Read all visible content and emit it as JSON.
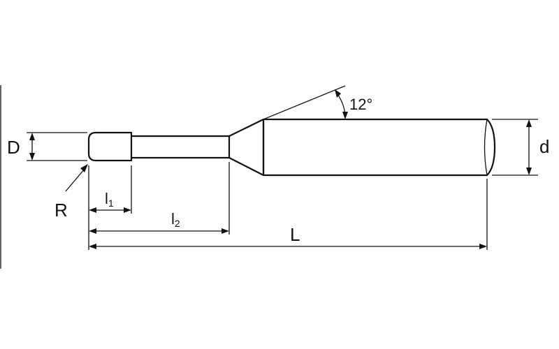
{
  "labels": {
    "D": "D",
    "d": "d",
    "R": "R",
    "l1_main": "l",
    "l1_sub": "1",
    "l2_main": "l",
    "l2_sub": "2",
    "L": "L",
    "angle": "12°"
  },
  "colors": {
    "line": "#111111",
    "background": "#ffffff"
  }
}
